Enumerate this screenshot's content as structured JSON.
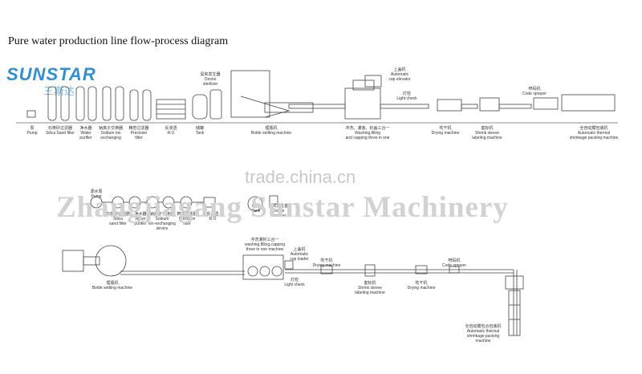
{
  "title": "Pure water production line flow-process diagram",
  "logo": {
    "text": "SUNSTAR",
    "subtitle": "三斯达",
    "color": "#2f8fd0"
  },
  "watermarks": [
    "trade.china.cn",
    "Zhangjiagang Sunstar Machinery"
  ],
  "top_labels": {
    "pump": "泵\nPump",
    "sand_filter": "石英砂过滤器\nSilica Sand filter",
    "water_purifier": "净水器\nWater\npurifier",
    "ion_exchanging": "钠离子交换器\nSodium ion\nexchanging",
    "precision_filter": "精密过滤器\nPrecision\nfilter",
    "ro": "反渗透\nR.O",
    "tank": "储罐\nTank",
    "ozone": "臭氧发生器\nOzone\nsterilizer",
    "bottle_setting": "理瓶机\nBottle settling machine",
    "washing": "冲洗、灌装、封盖三合一\nWashing,filling\nand capping three in one",
    "cap_elevator": "上盖机\nAutomatic\ncap elevator",
    "light_check": "灯检\nLight check",
    "drying": "吹干机\nDrying machine",
    "shrink": "套标机\nShrink sleeve\nlabeling machine",
    "code": "喷码机\nCode sprayer",
    "packing": "全自动膜包装机\nAutomatic thermal\nshrinkage packing machine"
  },
  "bottom_labels": {
    "pump": "源水泵\nPump",
    "sand_filter": "石英砂过滤器\nSilica\nsand filter",
    "water_purifier": "净水器\nWater\npurifier",
    "ion_exchanging": "钠离子交换器\nSodium\nion-exchanging\ndevice",
    "precision_filter": "精密过滤器\nPrecision\nfilter",
    "ro": "反渗透\nR.O",
    "tank": "储罐\nTank",
    "ozone": "臭氧发生器\nOzone\nsterilizer",
    "bottle_setting": "理瓶机\nBottle settling machine",
    "washing": "冲洗灌封三合一\nwashing,filling,capping\nthree in one machine",
    "cap_loader": "上盖机\nAutomatic\ncap loader",
    "light_check": "灯检\nLight check",
    "drying1": "吹干机\nDrying machine",
    "shrink": "套标机\nShrink sleeve\nlabeling machine",
    "drying2": "吹干机\nDrying machine",
    "code": "喷码机\nCode sprayer",
    "packing": "全自动膜包合包装机\nAutomatic thermal\nshrinkage packing machine"
  }
}
